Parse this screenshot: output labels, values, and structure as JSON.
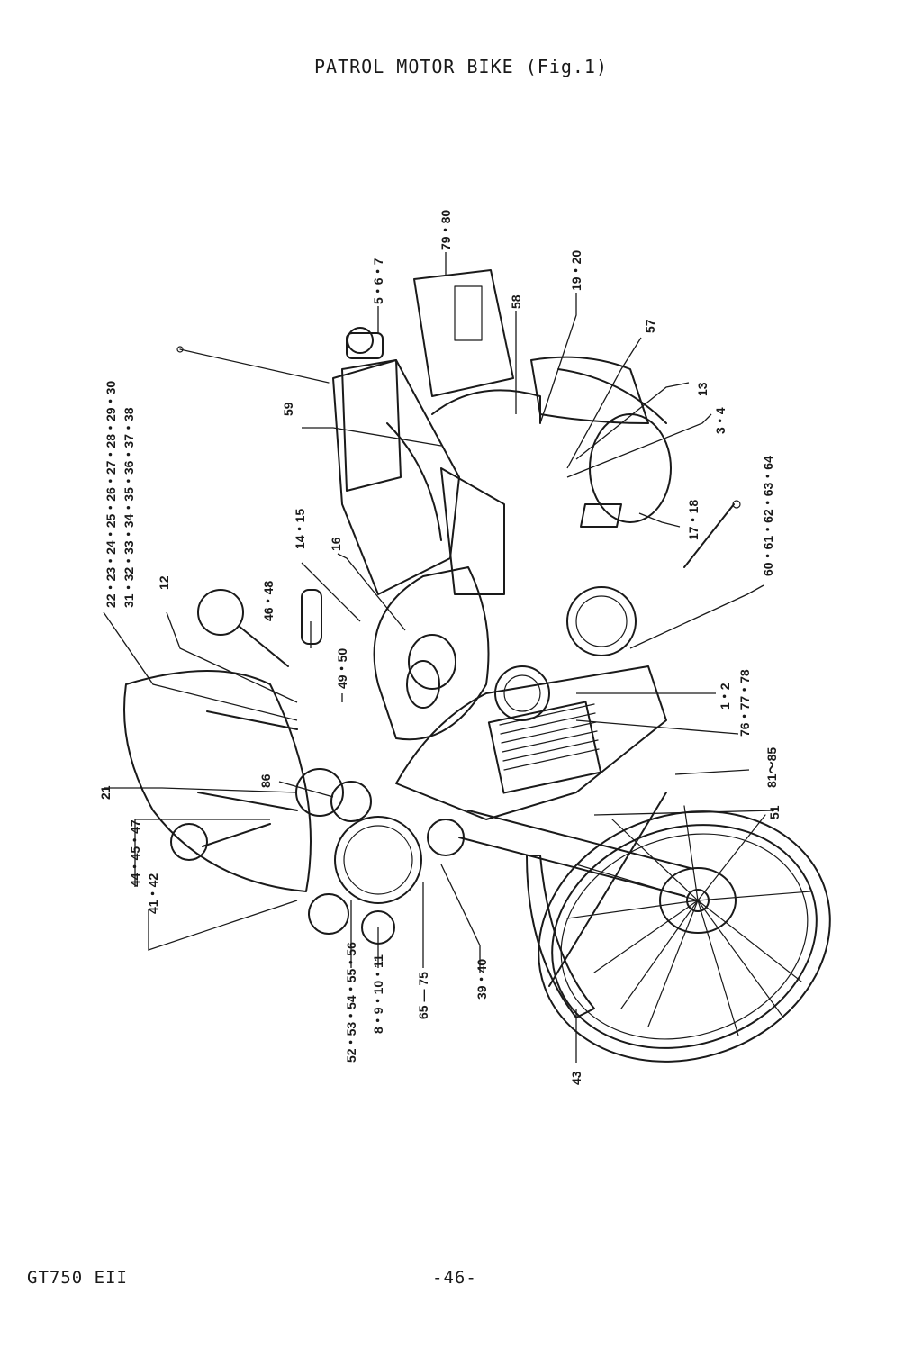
{
  "title": "PATROL MOTOR BIKE (Fig.1)",
  "footer": {
    "model": "GT750 EII",
    "page": "-46-"
  },
  "callouts": [
    {
      "id": "c1",
      "label": "79・80"
    },
    {
      "id": "c2",
      "label": "5・6・7"
    },
    {
      "id": "c3",
      "label": "58"
    },
    {
      "id": "c4",
      "label": "19・20"
    },
    {
      "id": "c5",
      "label": "57"
    },
    {
      "id": "c6",
      "label": "13"
    },
    {
      "id": "c7",
      "label": "3・4"
    },
    {
      "id": "c8",
      "label": "59"
    },
    {
      "id": "c9",
      "label": "22・23・24・25・26・27・28・29・30"
    },
    {
      "id": "c10",
      "label": "31・32・33・34・35・36・37・38"
    },
    {
      "id": "c11",
      "label": "12"
    },
    {
      "id": "c12",
      "label": "14・15"
    },
    {
      "id": "c13",
      "label": "16"
    },
    {
      "id": "c14",
      "label": "17・18"
    },
    {
      "id": "c15",
      "label": "60・61・62・63・64"
    },
    {
      "id": "c16",
      "label": "46・48"
    },
    {
      "id": "c17",
      "label": "49・50"
    },
    {
      "id": "c18",
      "label": "1・2"
    },
    {
      "id": "c19",
      "label": "76・77・78"
    },
    {
      "id": "c20",
      "label": "21"
    },
    {
      "id": "c21",
      "label": "86"
    },
    {
      "id": "c22",
      "label": "81～85"
    },
    {
      "id": "c23",
      "label": "51"
    },
    {
      "id": "c24",
      "label": "44・45・47"
    },
    {
      "id": "c25",
      "label": "41・42"
    },
    {
      "id": "c26",
      "label": "52・53・54・55・56"
    },
    {
      "id": "c27",
      "label": "8・9・10・11"
    },
    {
      "id": "c28",
      "label": "65 ― 75"
    },
    {
      "id": "c29",
      "label": "39・40"
    },
    {
      "id": "c30",
      "label": "43"
    }
  ]
}
